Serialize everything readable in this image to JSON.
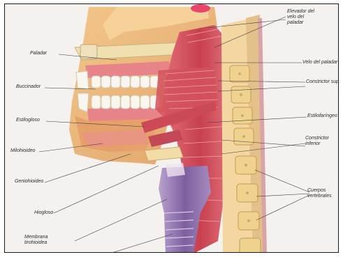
{
  "labels": {
    "elevador": "Elevador del velo del paladar",
    "paladar": "Paladar",
    "velo": "Velo del paladar",
    "buccinador": "Buccinador",
    "constrictor_superior": "Constrictor superior",
    "estilogloso": "Estilogloso",
    "estilofaringeo": "Estilofaríngeo",
    "milohioideo": "Milohioideo",
    "constrictor_inferior": "Constrictor inferior",
    "geniohioideo": "Geniohioideo",
    "cuerpos_vertebrales": "Cuerpos vertebrales",
    "hiogloso": "Hiogloso",
    "membrana": "Membrana tirohioidea"
  }
}
